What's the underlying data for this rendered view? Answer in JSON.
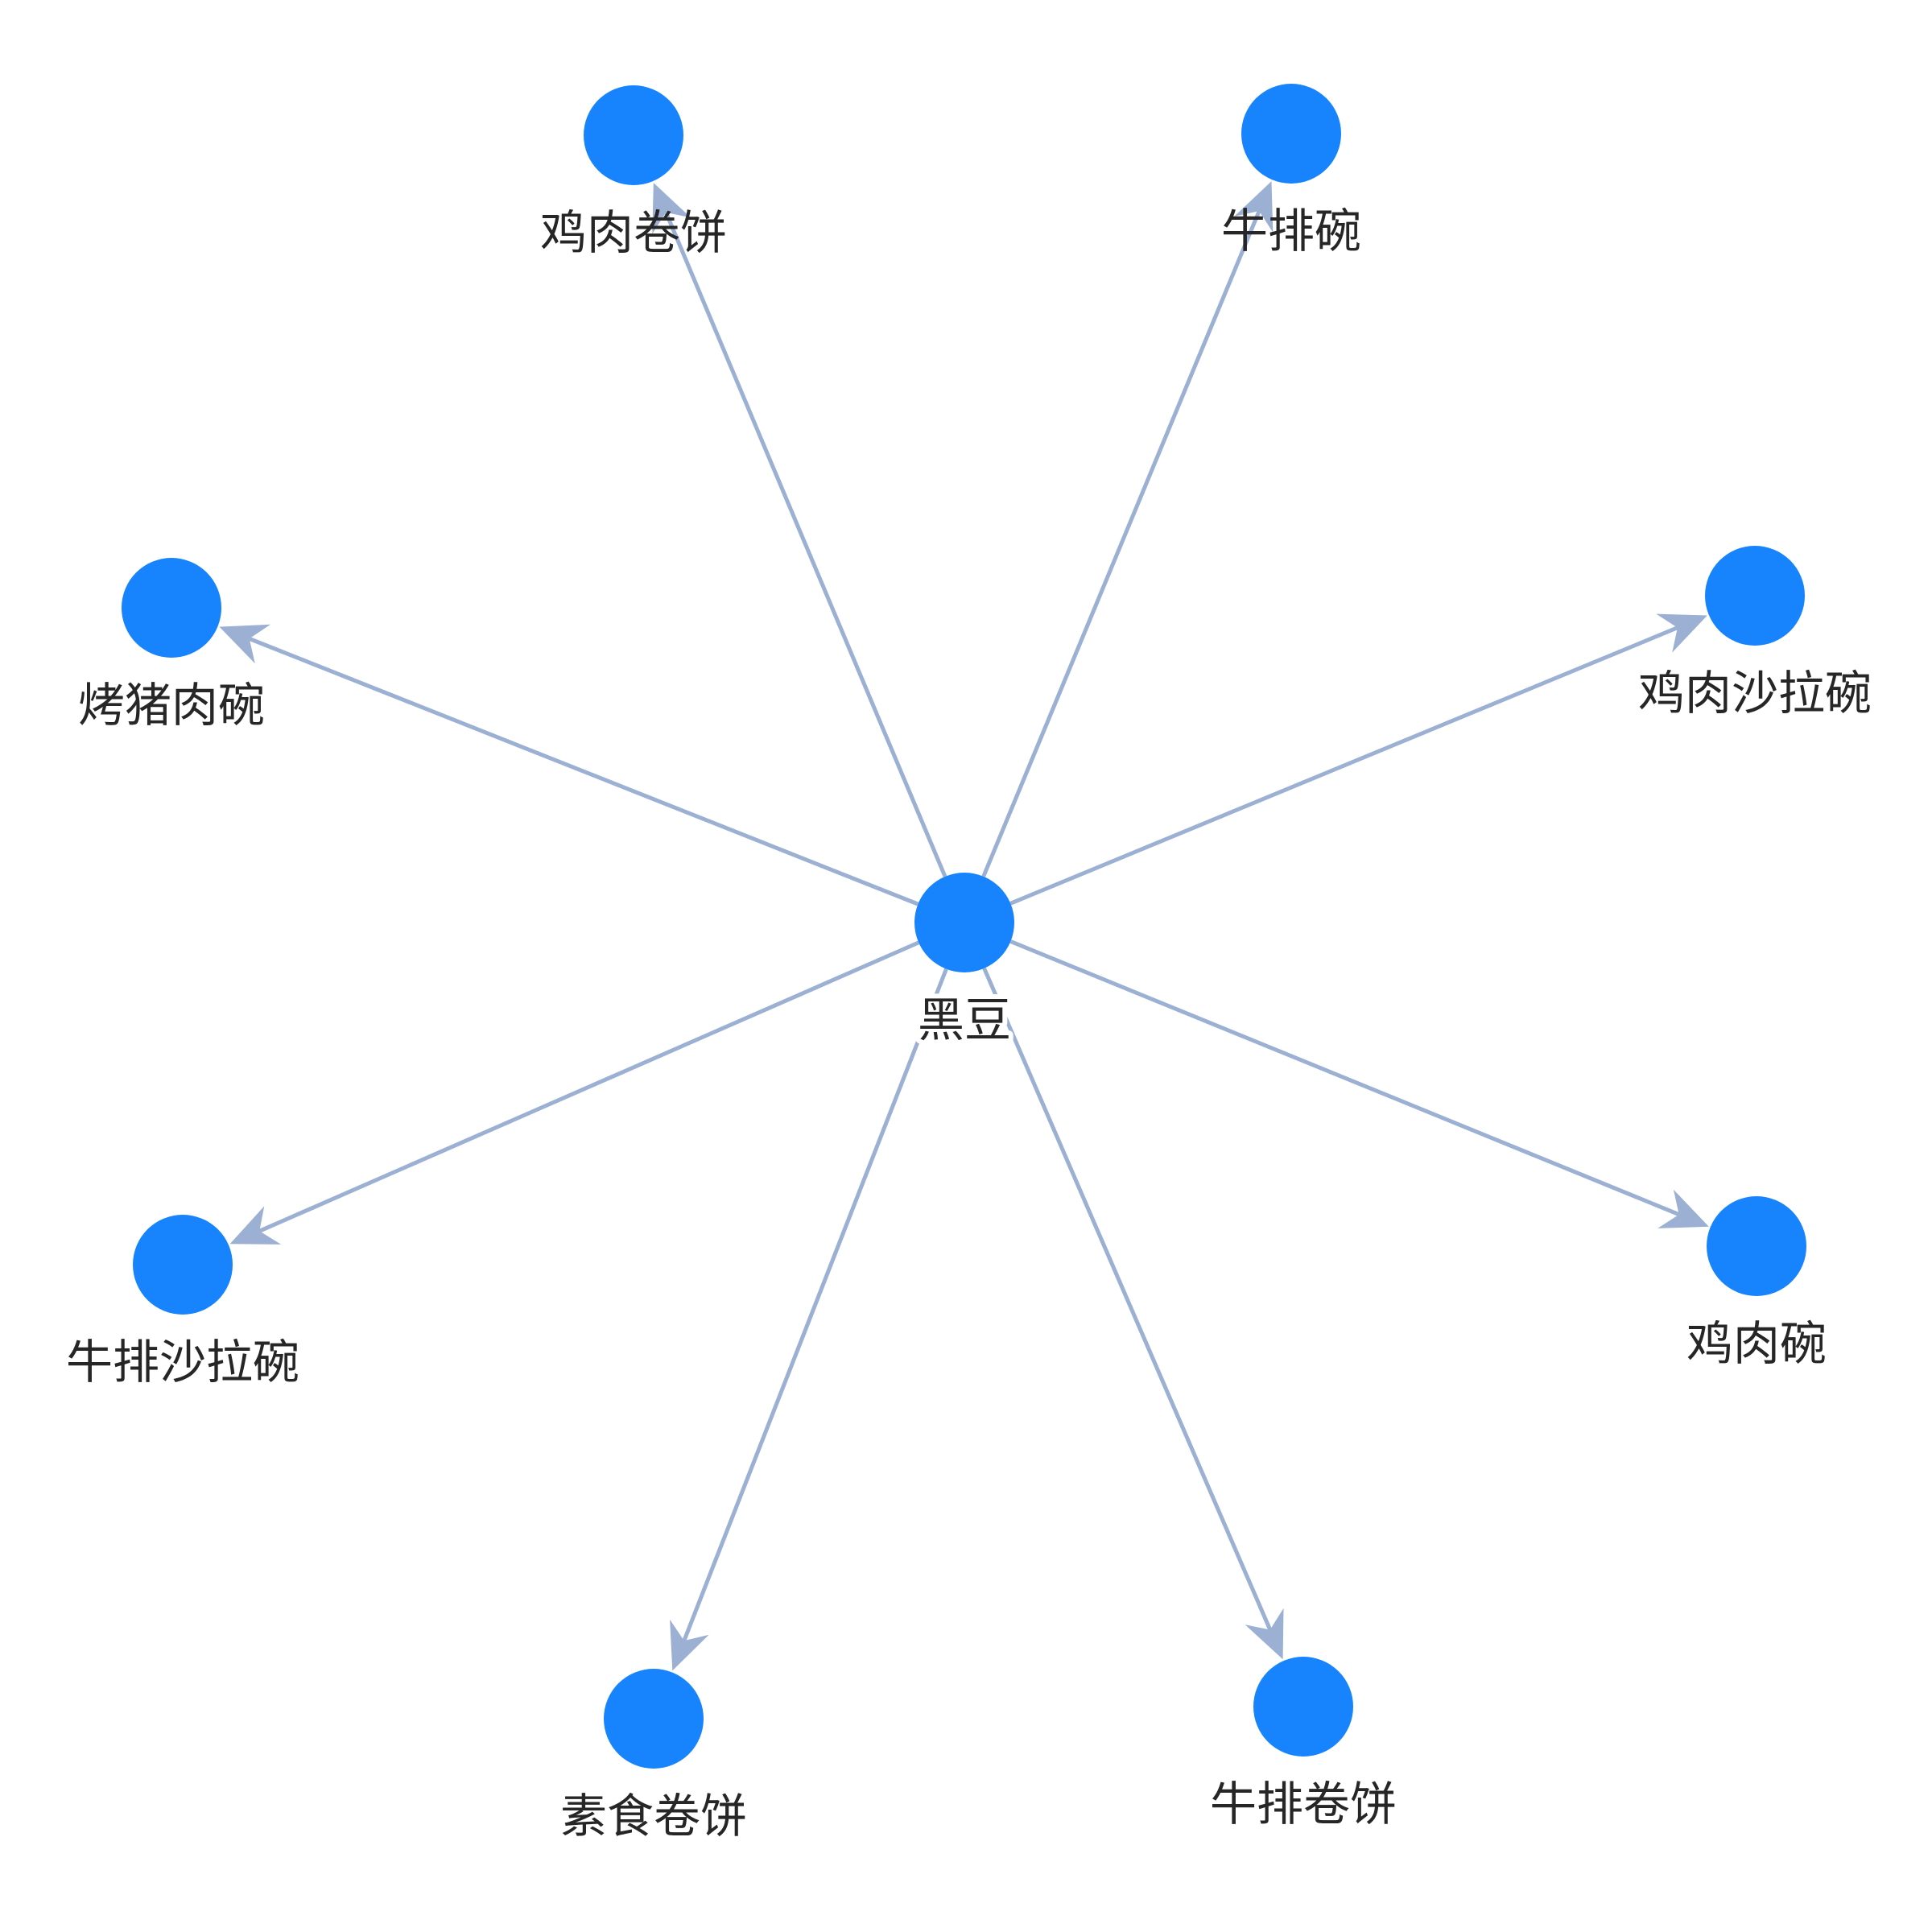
{
  "graph": {
    "center": {
      "id": "center",
      "label": "黑豆"
    },
    "nodes": [
      {
        "id": "n1",
        "label": "鸡肉卷饼"
      },
      {
        "id": "n2",
        "label": "牛排碗"
      },
      {
        "id": "n3",
        "label": "烤猪肉碗"
      },
      {
        "id": "n4",
        "label": "鸡肉沙拉碗"
      },
      {
        "id": "n5",
        "label": "牛排沙拉碗"
      },
      {
        "id": "n6",
        "label": "鸡肉碗"
      },
      {
        "id": "n7",
        "label": "素食卷饼"
      },
      {
        "id": "n8",
        "label": "牛排卷饼"
      }
    ],
    "edges": [
      {
        "from": "center",
        "to": "n1"
      },
      {
        "from": "center",
        "to": "n2"
      },
      {
        "from": "center",
        "to": "n3"
      },
      {
        "from": "center",
        "to": "n4"
      },
      {
        "from": "center",
        "to": "n5"
      },
      {
        "from": "center",
        "to": "n6"
      },
      {
        "from": "center",
        "to": "n7"
      },
      {
        "from": "center",
        "to": "n8"
      }
    ],
    "colors": {
      "node": "#1784fd",
      "edge": "#9bb0d3",
      "label": "#262626"
    }
  }
}
